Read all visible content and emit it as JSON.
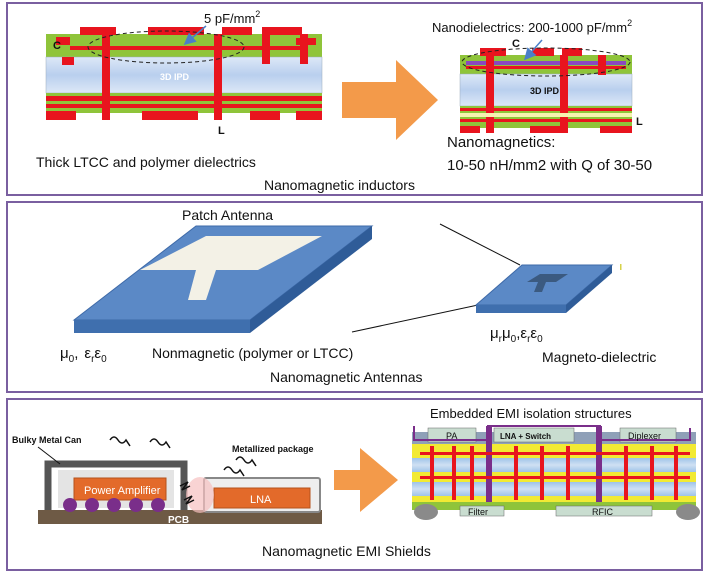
{
  "panel1": {
    "left": {
      "capacitance_label": "5 pF/mm",
      "capacitance_sup": "2",
      "c_label": "C",
      "ipd_label": "3D IPD",
      "l_label": "L",
      "caption": "Thick LTCC and polymer dielectrics"
    },
    "right": {
      "nanodielectrics_label": "Nanodielectrics: 200-1000 pF/mm",
      "nanodielectrics_sup": "2",
      "c_label": "C",
      "ipd_label": "3D IPD",
      "l_label": "L",
      "nanomagnetics_label": "Nanomagnetics:",
      "nanomagnetics_spec": "10-50 nH/mm2 with Q of 30-50"
    },
    "title": "Nanomagnetic inductors"
  },
  "panel2": {
    "patch_antenna_label": "Patch Antenna",
    "nonmagnetic_label": "Nonmagnetic (polymer or LTCC)",
    "mu0_label": "μ",
    "mu0_sub": "0",
    "eps_label": "ε",
    "eps_sub": "r",
    "eps0_label": "ε",
    "eps0_sub": "0",
    "md_mu_label": "μ",
    "md_mu_sub": "r",
    "md_mu0_label": "μ",
    "md_mu0_sub": "0",
    "md_eps_label": "ε",
    "md_eps_sub": "r",
    "md_eps0_label": "ε",
    "md_eps0_sub": "0",
    "comma": ",",
    "magneto_label": "Magneto-dielectric",
    "title": "Nanomagnetic Antennas"
  },
  "panel3": {
    "bulky_label": "Bulky Metal Can",
    "metallized_label": "Metallized package",
    "pa_box_label": "Power Amplifier",
    "lna_box_label": "LNA",
    "pcb_label": "PCB",
    "embedded_label": "Embedded EMI isolation structures",
    "pa_label": "PA",
    "lna_switch_label": "LNA + Switch",
    "diplexer_label": "Diplexer",
    "filter_label": "Filter",
    "rfic_label": "RFIC",
    "title": "Nanomagnetic EMI Shields"
  },
  "colors": {
    "frame": "#7a5fa0",
    "arrow": "#f39a4a",
    "green_layer": "#8fc43a",
    "red_metal": "#e8141e",
    "ipd_blue": "#c5d8f0",
    "antenna_blue": "#5b89c6",
    "yellow_layer": "#f2ea33"
  }
}
